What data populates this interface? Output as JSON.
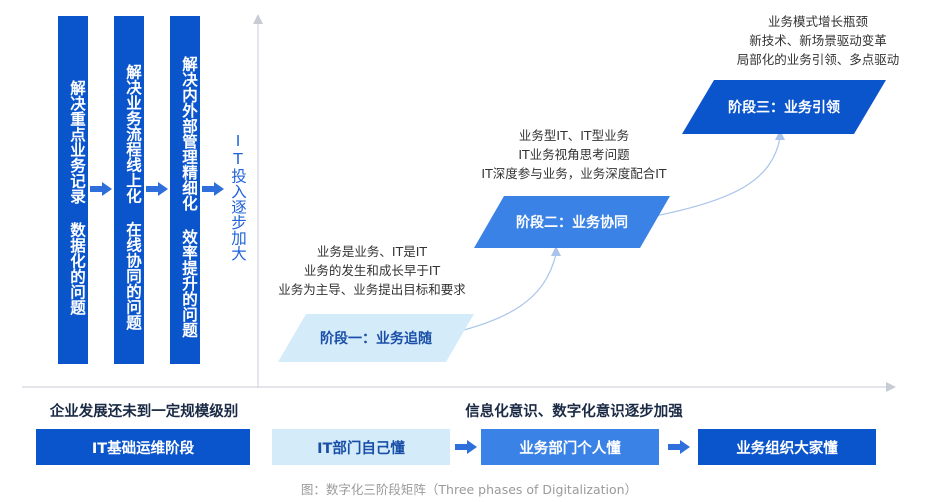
{
  "left_stage": {
    "bars": [
      "解决重点业务记录 数据化的问题",
      "解决业务流程线上化 在线协同的问题",
      "解决内外部管理精细化 效率提升的问题"
    ],
    "it_label": "IT投入逐步加大",
    "title": "企业发展还未到一定规模级别",
    "box": "IT基础运维阶段"
  },
  "right_stage": {
    "title": "信息化意识、数字化意识逐步加强",
    "phases": [
      {
        "label": "阶段一：业务追随",
        "notes": [
          "业务是业务、IT是IT",
          "业务的发生和成长早于IT",
          "业务为主导、业务提出目标和要求"
        ]
      },
      {
        "label": "阶段二：业务协同",
        "notes": [
          "业务型IT、IT型业务",
          "IT业务视角思考问题",
          "IT深度参与业务，业务深度配合IT"
        ]
      },
      {
        "label": "阶段三：业务引领",
        "notes": [
          "业务模式增长瓶颈",
          "新技术、新场景驱动变革",
          "局部化的业务引领、多点驱动"
        ]
      }
    ],
    "boxes": [
      "IT部门自己懂",
      "业务部门个人懂",
      "业务组织大家懂"
    ]
  },
  "caption": "图：数字化三阶段矩阵（Three phases of Digitalization）",
  "colors": {
    "dark_blue": "#0b55cc",
    "mid_blue": "#3b82e6",
    "light_blue": "#d4ebfa",
    "light_text": "#1f63d8"
  }
}
